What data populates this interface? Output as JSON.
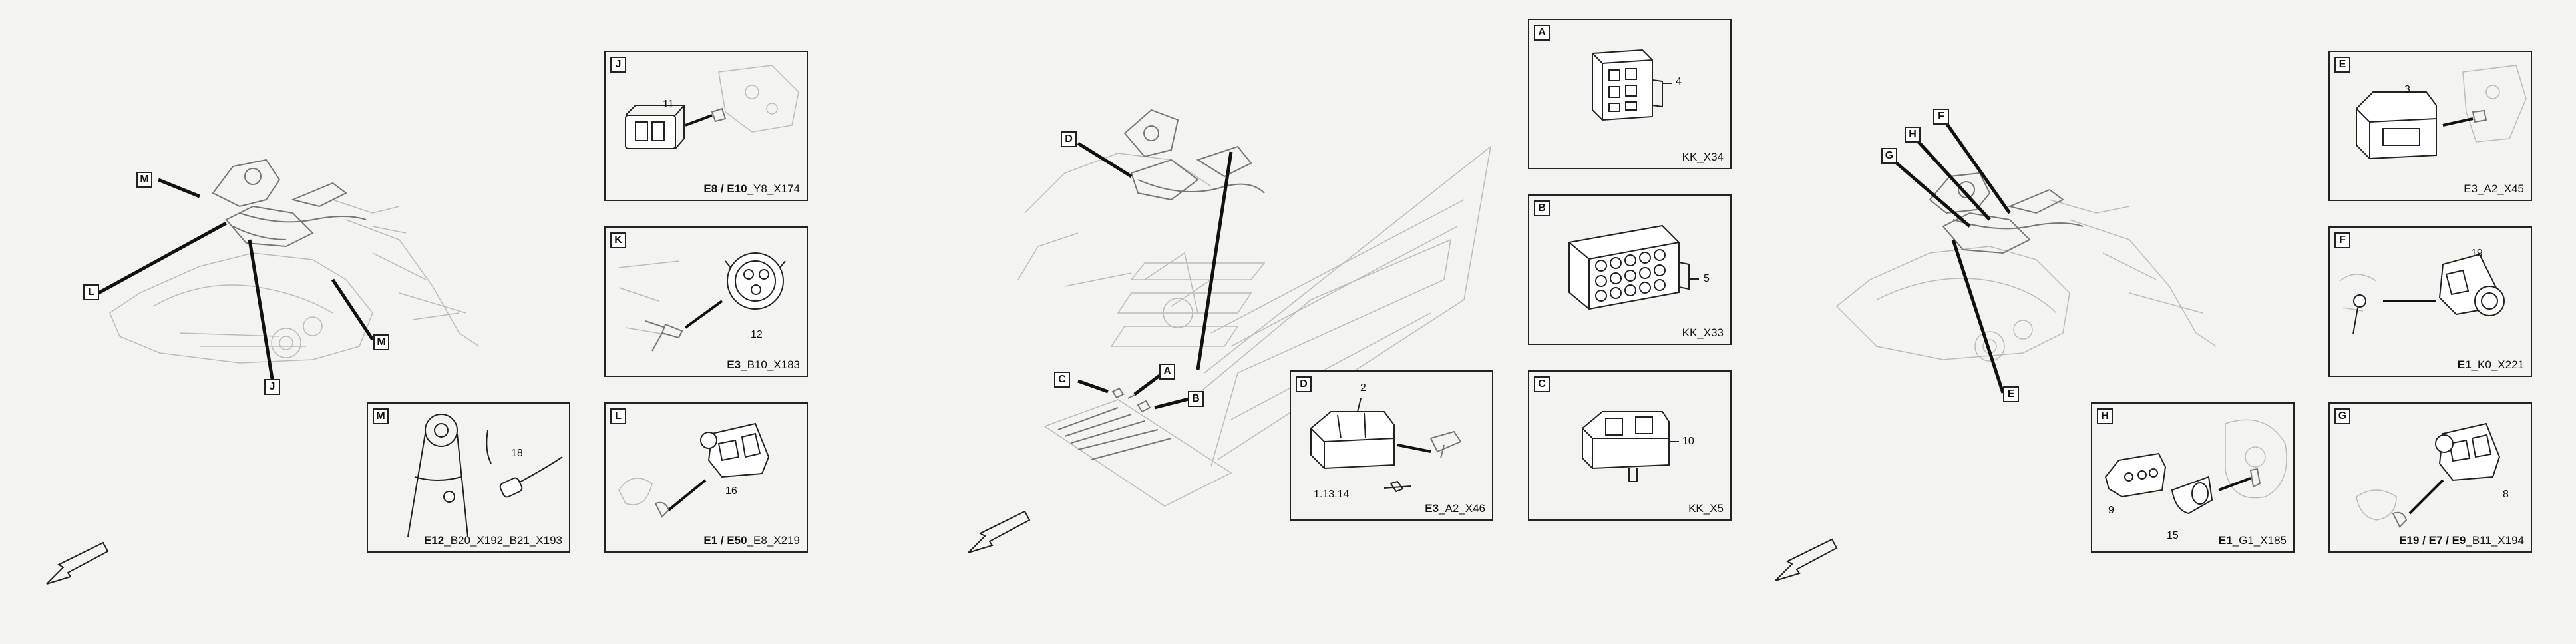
{
  "sections": [
    {
      "callouts": [
        "M",
        "L",
        "J",
        "M"
      ],
      "panels": [
        {
          "id": "J",
          "numbers": [
            "11"
          ],
          "caption_bold": "E8 / E10",
          "caption_rest": "_Y8_X174"
        },
        {
          "id": "K",
          "numbers": [
            "12"
          ],
          "caption_bold": "E3",
          "caption_rest": "_B10_X183"
        },
        {
          "id": "M",
          "numbers": [
            "18"
          ],
          "caption_bold": "E12",
          "caption_rest": "_B20_X192_B21_X193"
        },
        {
          "id": "L",
          "numbers": [
            "16"
          ],
          "caption_bold": "E1 / E50",
          "caption_rest": "_E8_X219"
        }
      ]
    },
    {
      "callouts": [
        "D",
        "C",
        "A",
        "B"
      ],
      "panels": [
        {
          "id": "A",
          "numbers": [
            "4"
          ],
          "caption_bold": "",
          "caption_rest": "KK_X34"
        },
        {
          "id": "B",
          "numbers": [
            "5"
          ],
          "caption_bold": "",
          "caption_rest": "KK_X33"
        },
        {
          "id": "C",
          "numbers": [
            "10"
          ],
          "caption_bold": "",
          "caption_rest": "KK_X5"
        },
        {
          "id": "D",
          "numbers": [
            "2",
            "1.13.14"
          ],
          "caption_bold": "E3",
          "caption_rest": "_A2_X46"
        }
      ]
    },
    {
      "callouts": [
        "F",
        "H",
        "G",
        "E"
      ],
      "panels": [
        {
          "id": "E",
          "numbers": [
            "3"
          ],
          "caption_bold": "",
          "caption_rest": "E3_A2_X45"
        },
        {
          "id": "F",
          "numbers": [
            "19"
          ],
          "caption_bold": "E1",
          "caption_rest": "_K0_X221"
        },
        {
          "id": "H",
          "numbers": [
            "9",
            "15"
          ],
          "caption_bold": "E1",
          "caption_rest": "_G1_X185"
        },
        {
          "id": "G",
          "numbers": [
            "8"
          ],
          "caption_bold": "E19 / E7 / E9",
          "caption_rest": "_B11_X194"
        }
      ]
    }
  ]
}
